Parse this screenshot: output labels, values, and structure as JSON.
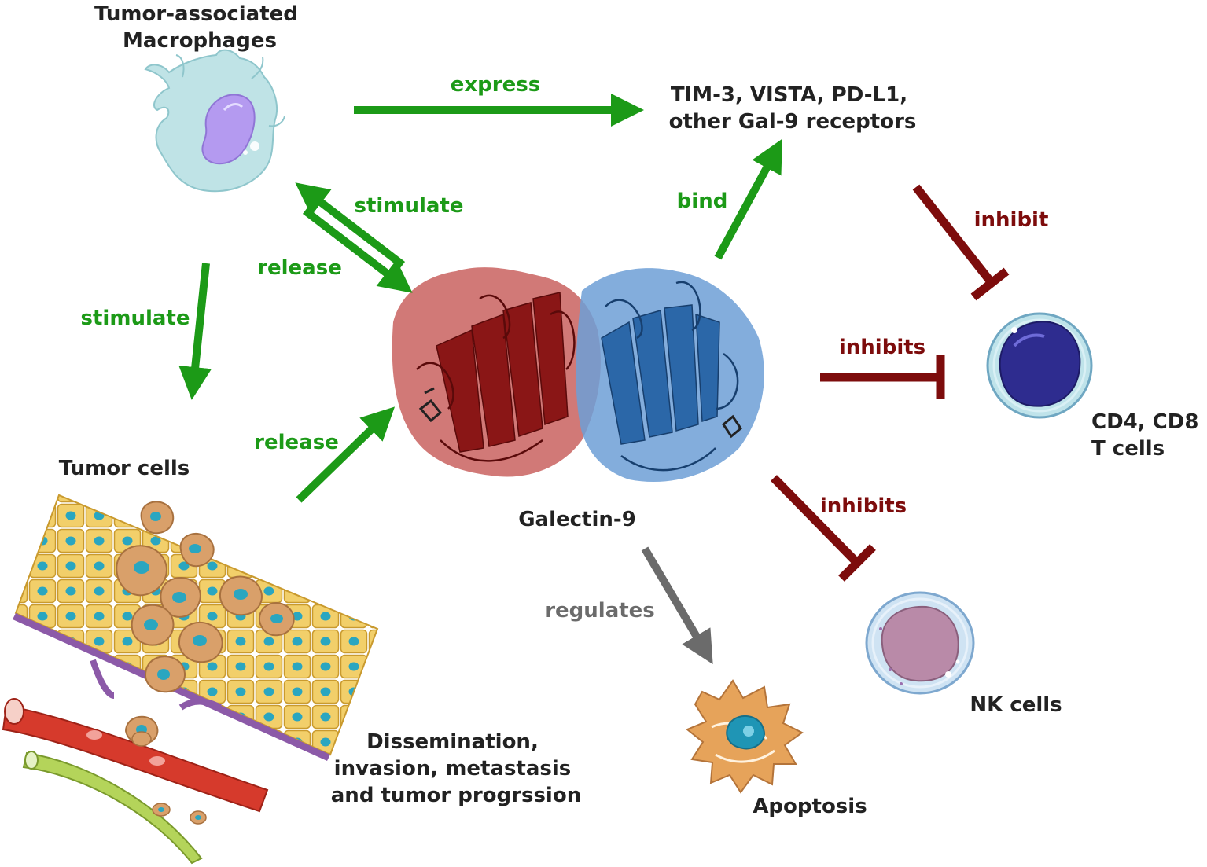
{
  "colors": {
    "promote": "#1c9a17",
    "inhibit": "#7d0c0c",
    "regulate": "#6b6b6b",
    "text": "#222222",
    "macrophage": "#bfe3e6",
    "macrophage_nucleus": "#b49af0",
    "galectin_left": "#c9615f",
    "galectin_right": "#6d9fd6",
    "tcell": "#2e2c8f",
    "nkcell": "#b98aa8",
    "tumor_cell": "#f2cf6a",
    "tumor_nucleus": "#2aa6c0",
    "migrating_cell": "#d9a06a",
    "vessel_red": "#d63a2c",
    "vessel_green": "#b4d45a",
    "membrane": "#8c5aa8",
    "apoptosis_body": "#e6a35a",
    "apoptosis_nucleus": "#1f95b5"
  },
  "nodes": {
    "macrophages": {
      "lines": [
        "Tumor-associated",
        "Macrophages"
      ],
      "icon": "macrophage-icon"
    },
    "receptors": {
      "lines": [
        "TIM-3, VISTA, PD-L1,",
        "other Gal-9 receptors"
      ]
    },
    "tumor_cells": {
      "lines": [
        "Tumor cells"
      ],
      "icon": "tumor-tissue-icon"
    },
    "galectin9": {
      "lines": [
        "Galectin-9"
      ],
      "icon": "galectin-9-protein-icon"
    },
    "tcells": {
      "lines": [
        "CD4, CD8",
        "T cells"
      ],
      "icon": "t-cell-icon"
    },
    "nkcells": {
      "lines": [
        "NK cells"
      ],
      "icon": "nk-cell-icon"
    },
    "apoptosis": {
      "lines": [
        "Apoptosis"
      ],
      "icon": "apoptotic-cell-icon"
    },
    "dissemination": {
      "lines": [
        "Dissemination,",
        "invasion, metastasis",
        "and tumor progrssion"
      ]
    }
  },
  "edges": [
    {
      "id": "express",
      "from": "macrophages",
      "to": "receptors",
      "label": "express",
      "kind": "promote"
    },
    {
      "id": "stimulate_mac",
      "from": "galectin9",
      "to": "macrophages",
      "label": "stimulate",
      "kind": "promote"
    },
    {
      "id": "release_mac",
      "from": "macrophages",
      "to": "galectin9",
      "label": "release",
      "kind": "promote"
    },
    {
      "id": "stimulate_tumor",
      "from": "macrophages",
      "to": "tumor_cells",
      "label": "stimulate",
      "kind": "promote"
    },
    {
      "id": "release_tumor",
      "from": "tumor_cells",
      "to": "galectin9",
      "label": "release",
      "kind": "promote"
    },
    {
      "id": "bind",
      "from": "galectin9",
      "to": "receptors",
      "label": "bind",
      "kind": "promote"
    },
    {
      "id": "inhibit_receptors",
      "from": "receptors",
      "to": "tcells",
      "label": "inhibit",
      "kind": "inhibit"
    },
    {
      "id": "inhibits_t",
      "from": "galectin9",
      "to": "tcells",
      "label": "inhibits",
      "kind": "inhibit"
    },
    {
      "id": "inhibits_nk",
      "from": "galectin9",
      "to": "nkcells",
      "label": "inhibits",
      "kind": "inhibit"
    },
    {
      "id": "regulates",
      "from": "galectin9",
      "to": "apoptosis",
      "label": "regulates",
      "kind": "regulate"
    }
  ]
}
